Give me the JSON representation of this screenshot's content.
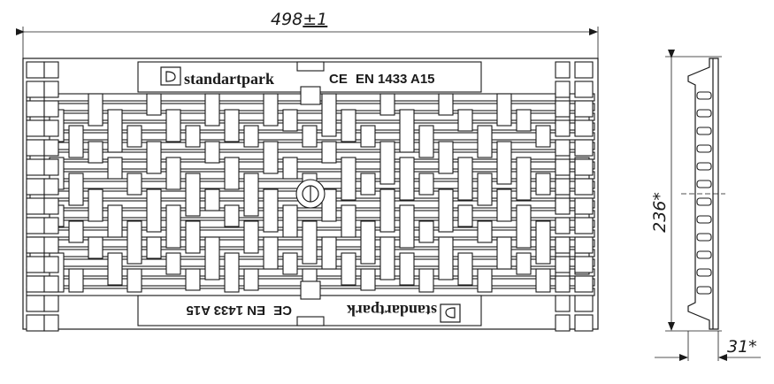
{
  "dimensions": {
    "width_label": "498±1",
    "width_value": "498",
    "width_tolerance": "±1",
    "height_label": "236*",
    "depth_label": "31*"
  },
  "brand": {
    "name": "standartpark",
    "icon": "d-box-logo-icon"
  },
  "marking": {
    "ce": "CE",
    "standard": "EN 1433 A15"
  },
  "colors": {
    "line": "#1a1a1a",
    "background": "#ffffff"
  }
}
